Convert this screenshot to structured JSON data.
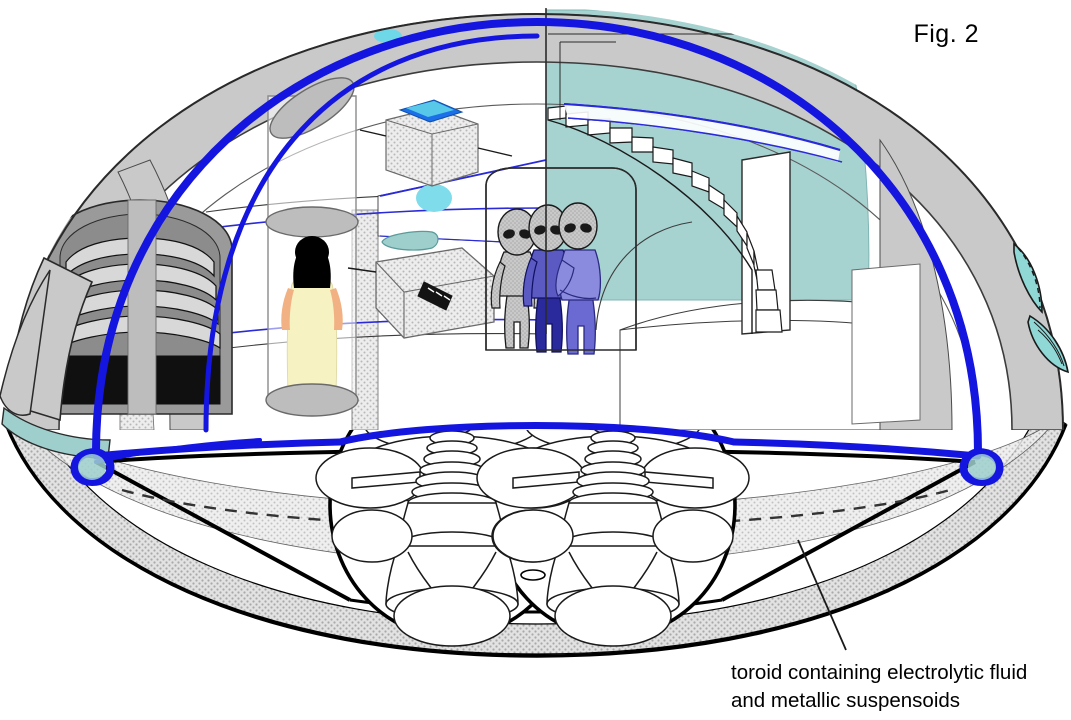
{
  "figure": {
    "label": "Fig. 2",
    "caption_line1": "toroid containing electrolytic fluid",
    "caption_line2": "and metallic suspensoids",
    "subject": "cutaway-cross-section-of-domed-craft"
  },
  "colors": {
    "hull_grey": "#c9c9c9",
    "hull_grey_dark": "#b0b0b0",
    "hull_dotted": "#d7d7d7",
    "outline_black": "#000000",
    "coil_blue": "#1515e0",
    "wall_teal": "#a6d2d0",
    "accent_teal": "#9ecfcd",
    "panel_blue": "#1b6fe8",
    "panel_cyan": "#57c8e8",
    "human_dress": "#f7f2c2",
    "human_skin": "#f2b183",
    "human_hair": "#000000",
    "alien_grey": "#c6c6c6",
    "alien_suit_dark": "#2a2a9c",
    "alien_suit_light": "#8a8ade",
    "console_grey": "#bdbdbd",
    "seat_dark": "#121212"
  },
  "elements": {
    "outer_dome": "dome-shell",
    "inner_coil_arc": "blue-coil-arc",
    "coil_terminal_left": "coil-terminal-left",
    "coil_terminal_right": "coil-terminal-right",
    "toroid_body": "lower-saucer-toroid",
    "toroid_dashed_rim": "dashed-inner-rim",
    "engine_left": "propulsion-assembly-left",
    "engine_right": "propulsion-assembly-right",
    "staircase": "spiral-staircase",
    "doorway": "doorway-panel",
    "teal_wall": "rear-teal-wall",
    "cylinder_tube": "transparent-cylinder-tube",
    "human_figure": "human-occupant",
    "alien_group": "three-alien-occupants",
    "console_box": "console-box-with-blue-screen",
    "bench_table": "bench-table",
    "bench_pillow": "teal-pillow",
    "ribbed_seats": "ribbed-seat-bank-left",
    "side_vents": "teal-side-vents-right",
    "leader_line": "caption-leader-line"
  }
}
